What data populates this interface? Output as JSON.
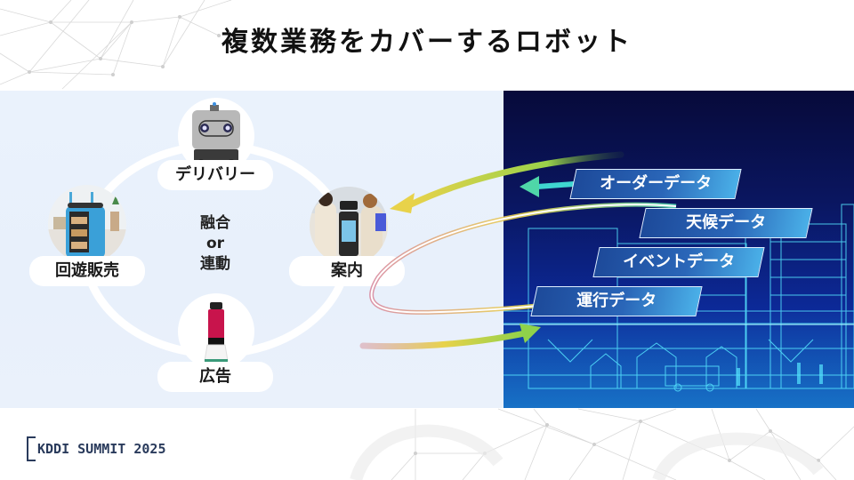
{
  "slide": {
    "title": "複数業務をカバーするロボット"
  },
  "robot_ring": {
    "center_text": [
      "融合",
      "or",
      "連動"
    ],
    "nodes": [
      {
        "id": "delivery",
        "label": "デリバリー",
        "icon": "delivery-robot-photo"
      },
      {
        "id": "guide",
        "label": "案内",
        "icon": "guide-robot-photo"
      },
      {
        "id": "advertising",
        "label": "広告",
        "icon": "advertising-robot-photo"
      },
      {
        "id": "mobile-sales",
        "label": "回遊販売",
        "icon": "vending-robot-photo"
      }
    ]
  },
  "data_panel": {
    "tags": [
      {
        "label": "オーダーデータ"
      },
      {
        "label": "天候データ"
      },
      {
        "label": "イベントデータ"
      },
      {
        "label": "運行データ"
      }
    ],
    "colors": {
      "panel_dark": "#070a3a",
      "panel_blue": "#0b3aa8",
      "tag_start": "#1d4a9a",
      "tag_end": "#4ab0e8",
      "neon": "#3fe0ff"
    }
  },
  "arrows": {
    "colors": {
      "yellow": "#e8d24a",
      "green": "#8fd24a",
      "teal": "#4fd6b4",
      "pink": "#d88aa0"
    }
  },
  "footer": {
    "logo_text": "KDDI SUMMIT 2025"
  }
}
